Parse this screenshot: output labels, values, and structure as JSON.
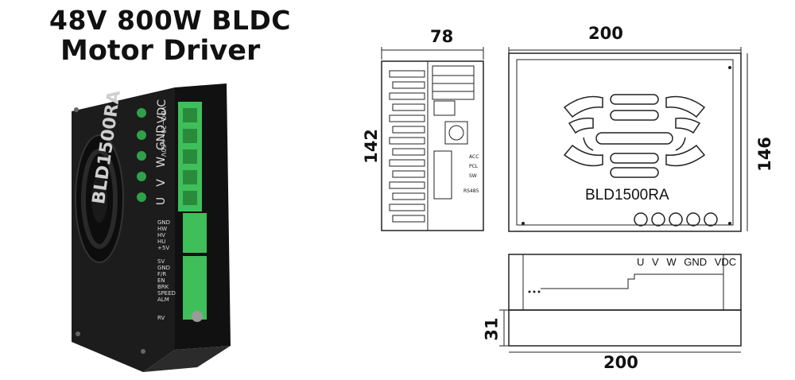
{
  "heading": {
    "line1": "48V 800W BLDC",
    "line2": "Motor Driver"
  },
  "product": {
    "model": "BLD1500RA",
    "terminal_labels": [
      "U",
      "V",
      "W",
      "GND",
      "VDC"
    ],
    "voltage_label": "VDC~20~+60V",
    "hall_labels": [
      "GND",
      "HW",
      "HV",
      "HU",
      "+5V"
    ],
    "control_labels": [
      "SV",
      "GND",
      "F/R",
      "EN",
      "BRK",
      "SPEED",
      "ALM"
    ],
    "rv_label": "RV"
  },
  "drawings": {
    "side_view": {
      "width": "78",
      "height": "142",
      "port_labels": [
        "ACC",
        "PCL",
        "SW",
        "RS485"
      ]
    },
    "top_view": {
      "width": "200",
      "height": "146",
      "model": "BLD1500RA"
    },
    "front_view": {
      "width": "200",
      "height": "31",
      "terminal_labels": [
        "U",
        "V",
        "W",
        "GND",
        "VDC"
      ]
    }
  },
  "colors": {
    "terminal_green": "#3fbf5a",
    "body_black": "#1c1c1c",
    "line": "#222222"
  }
}
